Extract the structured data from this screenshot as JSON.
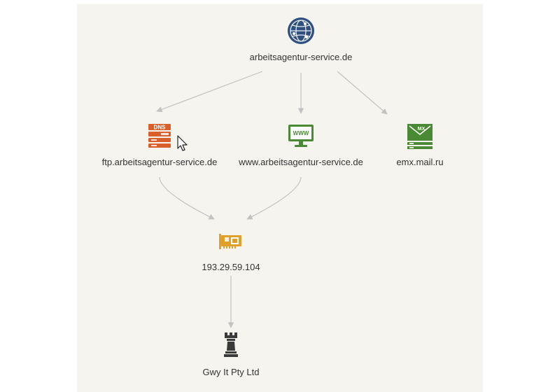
{
  "graph": {
    "nodes": [
      {
        "id": "domain",
        "label": "arbeitsagentur-service.de",
        "icon": "globe-icon"
      },
      {
        "id": "ftp",
        "label": "ftp.arbeitsagentur-service.de",
        "icon": "dns-server-icon",
        "icon_text": "DNS"
      },
      {
        "id": "www",
        "label": "www.arbeitsagentur-service.de",
        "icon": "www-monitor-icon",
        "icon_text": "WWW"
      },
      {
        "id": "mx",
        "label": "emx.mail.ru",
        "icon": "mx-mail-server-icon",
        "icon_text": "MX"
      },
      {
        "id": "ip",
        "label": "193.29.59.104",
        "icon": "network-card-icon"
      },
      {
        "id": "org",
        "label": "Gwy It Pty Ltd",
        "icon": "chess-rook-icon"
      }
    ],
    "edges": [
      {
        "from": "domain",
        "to": "ftp"
      },
      {
        "from": "domain",
        "to": "www"
      },
      {
        "from": "domain",
        "to": "mx"
      },
      {
        "from": "ftp",
        "to": "ip"
      },
      {
        "from": "www",
        "to": "ip"
      },
      {
        "from": "ip",
        "to": "org"
      }
    ]
  },
  "colors": {
    "canvas": "#f6f4ef",
    "edge": "#c2c2c2",
    "globe": "#2f4f7f",
    "dns": "#d9602a",
    "www": "#4a8a34",
    "mx": "#4a8a34",
    "ip": "#e0a12a",
    "org": "#3a3a3a"
  }
}
